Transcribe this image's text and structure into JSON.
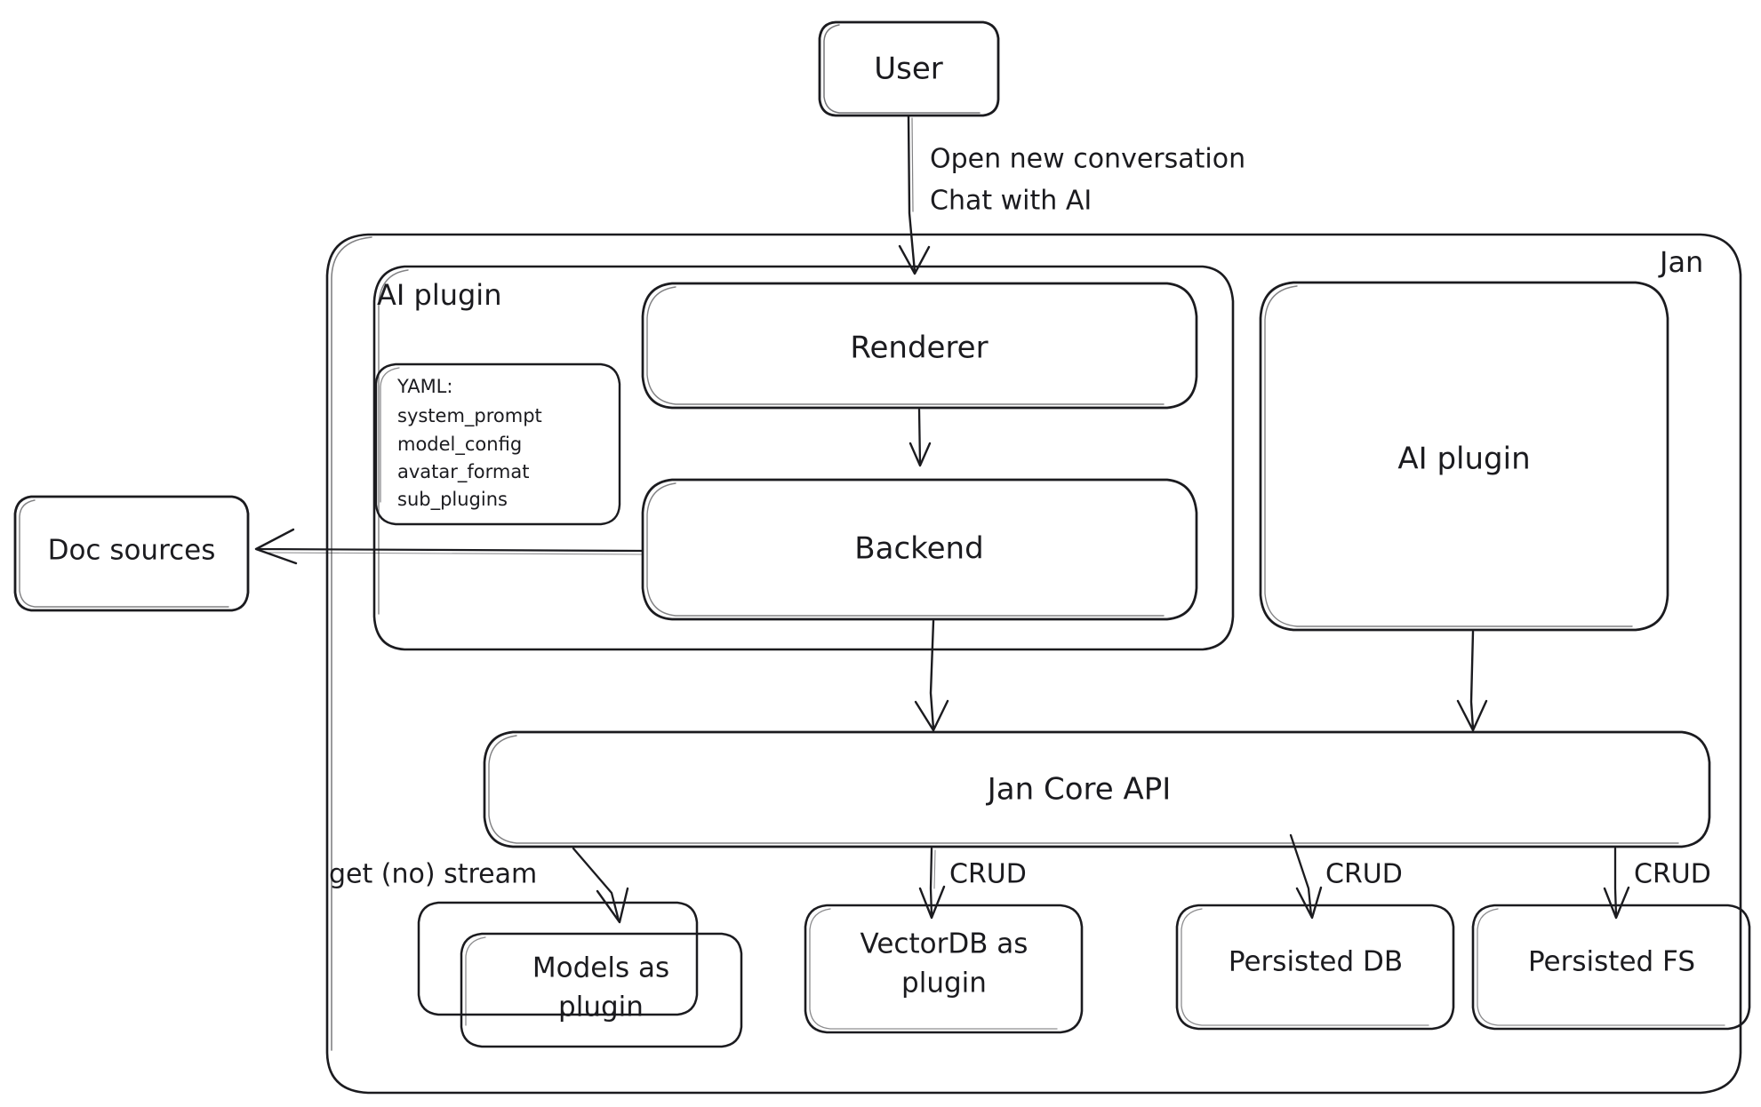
{
  "diagram": {
    "title_label": "Jan",
    "style": "hand-drawn architecture diagram",
    "stroke_color": "#1b1b1f",
    "background_color": "#ffffff"
  },
  "nodes": {
    "user": {
      "label": "User"
    },
    "doc_sources": {
      "label": "Doc sources"
    },
    "ai_plugin_group": {
      "label": "AI plugin"
    },
    "renderer": {
      "label": "Renderer"
    },
    "backend": {
      "label": "Backend"
    },
    "ai_plugin_box": {
      "label": "AI plugin"
    },
    "jan_core_api": {
      "label": "Jan Core API"
    },
    "models_plugin": {
      "line1": "Models as",
      "line2": "plugin"
    },
    "vectordb_plugin": {
      "line1": "VectorDB as",
      "line2": "plugin"
    },
    "persisted_db": {
      "label": "Persisted DB"
    },
    "persisted_fs": {
      "label": "Persisted FS"
    }
  },
  "yaml_card": {
    "header": "YAML:",
    "items": [
      "system_prompt",
      "model_config",
      "avatar_format",
      "sub_plugins"
    ]
  },
  "edges": {
    "user_to_renderer": {
      "line1": "Open new conversation",
      "line2": "Chat with AI"
    },
    "core_to_models": {
      "label": "get (no) stream"
    },
    "core_to_vectordb": {
      "label": "CRUD"
    },
    "core_to_persisted_db": {
      "label": "CRUD"
    },
    "core_to_persisted_fs": {
      "label": "CRUD"
    }
  }
}
